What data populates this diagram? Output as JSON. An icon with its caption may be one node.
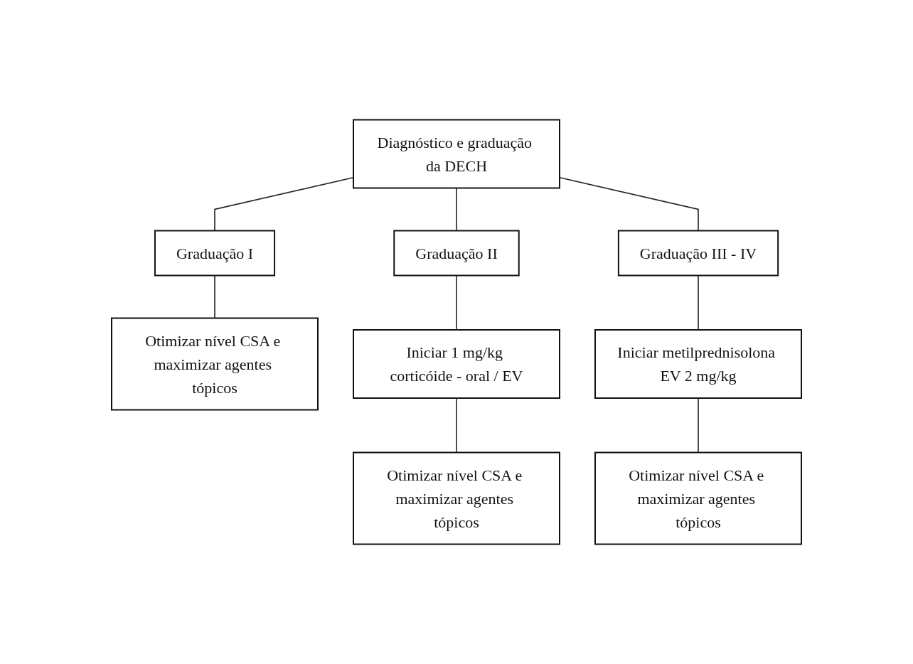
{
  "diagram": {
    "nodes": [
      {
        "text": [
          "Diagnóstico e graduação da DECH"
        ]
      },
      {
        "text": [
          "Graduação I"
        ]
      },
      {
        "text": [
          "Graduação II"
        ]
      },
      {
        "text": [
          "Graduação III - IV"
        ]
      },
      {
        "text": [
          "Otimizar nível CSA e maximizar agentes tópicos"
        ]
      },
      {
        "text": [
          "Iniciar 1 mg/kg corticóide - oral / EV"
        ]
      },
      {
        "text": [
          "Iniciar metilprednisolona EV 2 mg/kg"
        ]
      },
      {
        "text": [
          "Otimizar nível CSA e maximizar agentes tópicos"
        ]
      },
      {
        "text": [
          "Otimizar nível CSA e maximizar agentes tópicos"
        ]
      }
    ],
    "edges": [
      {
        "from": 0,
        "to": 1,
        "arrow": "none"
      },
      {
        "from": 0,
        "to": 2,
        "arrow": "none"
      },
      {
        "from": 0,
        "to": 3,
        "arrow": "none"
      },
      {
        "from": 1,
        "to": 4,
        "arrow": "none"
      },
      {
        "from": 2,
        "to": 5,
        "arrow": "none"
      },
      {
        "from": 3,
        "to": 6,
        "arrow": "none"
      },
      {
        "from": 5,
        "to": 7,
        "arrow": "none"
      },
      {
        "from": 6,
        "to": 8,
        "arrow": "none"
      }
    ]
  }
}
